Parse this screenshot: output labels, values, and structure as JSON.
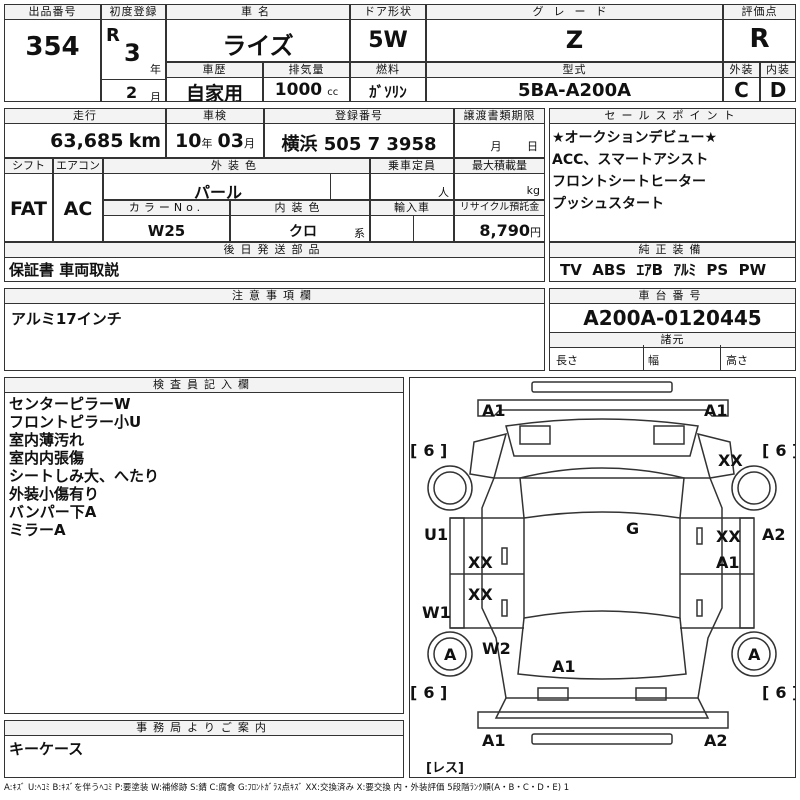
{
  "header": {
    "lot_no_label": "出品番号",
    "lot_no": "354",
    "first_reg_label": "初度登録",
    "era": "R",
    "year": "3",
    "year_unit": "年",
    "month": "2",
    "month_unit": "月",
    "car_name_label": "車名",
    "car_name": "ライズ",
    "door_label": "ドア形状",
    "door": "5W",
    "grade_label": "グレード",
    "grade": "Z",
    "score_label": "評価点",
    "score": "R",
    "history_label": "車歴",
    "history": "自家用",
    "displacement_label": "排気量",
    "displacement": "1000",
    "displacement_unit": "cc",
    "fuel_label": "燃料",
    "fuel": "ｶﾞｿﾘﾝ",
    "model_label": "型式",
    "model": "5BA-A200A",
    "exterior_label": "外装",
    "exterior": "C",
    "interior_label": "内装",
    "interior": "D"
  },
  "row2": {
    "mileage_label": "走行",
    "mileage": "63,685",
    "mileage_unit": "km",
    "inspection_label": "車検",
    "insp_year": "10",
    "insp_year_unit": "年",
    "insp_month": "03",
    "insp_month_unit": "月",
    "reg_no_label": "登録番号",
    "reg_no": "横浜 505 7 3958",
    "transfer_label": "譲渡書類期限",
    "transfer_month_unit": "月",
    "transfer_day_unit": "日",
    "shift_label": "シフト",
    "shift": "FAT",
    "ac_label": "エアコン",
    "ac": "AC",
    "color_label": "外装色",
    "color": "パール",
    "capacity_label": "乗車定員",
    "capacity_unit": "人",
    "load_label": "最大積載量",
    "load_unit": "kg",
    "color_no_label": "カラーNo.",
    "color_no": "W25",
    "int_color_label": "内装色",
    "int_color": "クロ",
    "int_color_unit": "系",
    "import_label": "輸入車",
    "recycle_label": "リサイクル預託金",
    "recycle": "8,790",
    "recycle_unit": "円",
    "later_label": "後日発送部品",
    "later": "保証書 車両取説"
  },
  "sales": {
    "label": "セールスポイント",
    "lines": [
      "★オークションデビュー★",
      "ACC、スマートアシスト",
      "フロントシートヒーター",
      "プッシュスタート"
    ]
  },
  "equipment": {
    "label": "純正装備",
    "items": "TV  ABS  ｴｱB  ｱﾙﾐ  PS  PW"
  },
  "notes": {
    "label": "注意事項欄",
    "text": "アルミ17インチ"
  },
  "chassis": {
    "label": "車台番号",
    "number": "A200A-0120445",
    "spec_label": "諸元",
    "length_label": "長さ",
    "width_label": "幅",
    "height_label": "高さ"
  },
  "inspector": {
    "label": "検査員記入欄",
    "lines": [
      "センターピラーW",
      "フロントピラー小U",
      "室内薄汚れ",
      "室内内張傷",
      "シートしみ大、へたり",
      "外装小傷有り",
      "バンパー下A",
      "ミラーA"
    ]
  },
  "office": {
    "label": "事務局よりご案内",
    "text": "キーケース"
  },
  "diagram": {
    "marks": {
      "front_left": "A1",
      "front_right": "A1",
      "tire_fl": "6",
      "tire_fr": "6",
      "tire_rl": "6",
      "tire_rr": "6",
      "right_fender": "XX",
      "left_front_door_edge": "U1",
      "right_front_edge": "A2",
      "roof": "G",
      "left_door_front": "XX",
      "left_door_rear": "XX",
      "right_door_front": "XX",
      "right_door_a": "A1",
      "left_sill": "W1",
      "left_rear_wheel": "A",
      "right_rear_wheel": "A",
      "left_rear_fender": "W2",
      "trunk": "A1",
      "rear_left": "A1",
      "rear_right": "A2",
      "spare": "レス"
    }
  },
  "legend": "A:ｷｽﾞ U:ﾍｺﾐ B:ｷｽﾞを伴うﾍｺﾐ P:要塗装 W:補修跡 S:錆 C:腐食 G:ﾌﾛﾝﾄｶﾞﾗｽ点ｷｽﾞ XX:交換済み X:要交換 内・外装評価 5段階ﾗﾝｸ順(A・B・C・D・E) 1"
}
